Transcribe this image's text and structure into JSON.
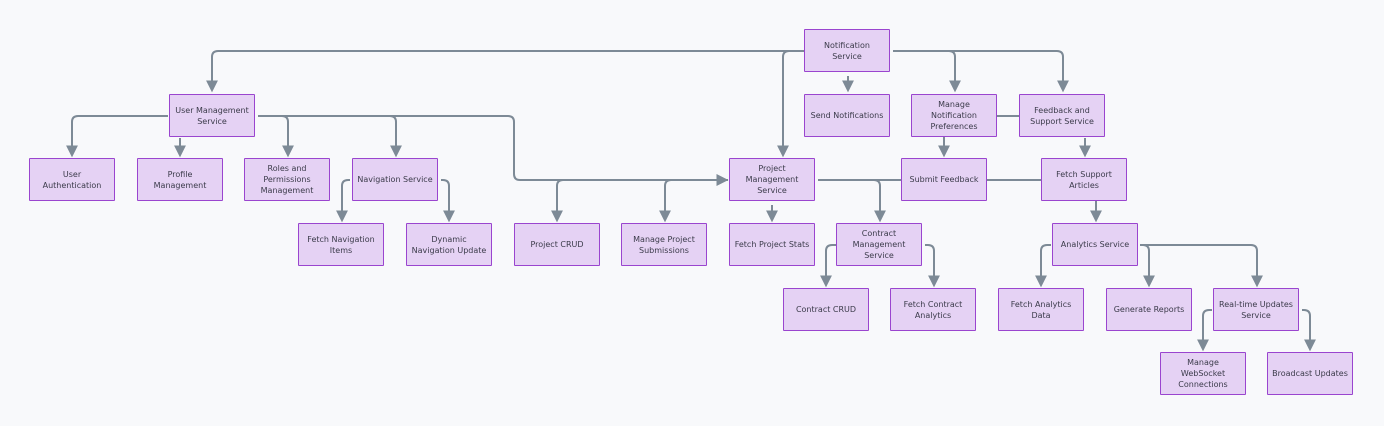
{
  "diagram": {
    "colors": {
      "background": "#f8f9fb",
      "node_fill": "#e5d2f4",
      "node_border": "#9a45cf",
      "edge": "#7d8a96",
      "text": "#3b3b4a"
    },
    "nodes": {
      "notification_service": "Notification Service",
      "user_management_service": "User Management Service",
      "send_notifications": "Send Notifications",
      "manage_notification_preferences": "Manage Notification Preferences",
      "feedback_support_service": "Feedback and Support Service",
      "user_authentication": "User Authentication",
      "profile_management": "Profile Management",
      "roles_permissions_management": "Roles and Permissions Management",
      "navigation_service": "Navigation Service",
      "project_management_service": "Project Management Service",
      "submit_feedback": "Submit Feedback",
      "fetch_support_articles": "Fetch Support Articles",
      "fetch_navigation_items": "Fetch Navigation Items",
      "dynamic_navigation_update": "Dynamic Navigation Update",
      "project_crud": "Project CRUD",
      "manage_project_submissions": "Manage Project Submissions",
      "fetch_project_stats": "Fetch Project Stats",
      "contract_management_service": "Contract Management Service",
      "analytics_service": "Analytics Service",
      "contract_crud": "Contract CRUD",
      "fetch_contract_analytics": "Fetch Contract Analytics",
      "fetch_analytics_data": "Fetch Analytics Data",
      "generate_reports": "Generate Reports",
      "realtime_updates_service": "Real-time Updates Service",
      "manage_websocket_connections": "Manage WebSocket Connections",
      "broadcast_updates": "Broadcast Updates"
    },
    "edges": [
      [
        "notification_service",
        "user_management_service"
      ],
      [
        "notification_service",
        "send_notifications"
      ],
      [
        "notification_service",
        "manage_notification_preferences"
      ],
      [
        "notification_service",
        "feedback_support_service"
      ],
      [
        "notification_service",
        "project_management_service"
      ],
      [
        "user_management_service",
        "user_authentication"
      ],
      [
        "user_management_service",
        "profile_management"
      ],
      [
        "user_management_service",
        "roles_permissions_management"
      ],
      [
        "user_management_service",
        "navigation_service"
      ],
      [
        "user_management_service",
        "project_management_service"
      ],
      [
        "navigation_service",
        "fetch_navigation_items"
      ],
      [
        "navigation_service",
        "dynamic_navigation_update"
      ],
      [
        "feedback_support_service",
        "submit_feedback"
      ],
      [
        "feedback_support_service",
        "fetch_support_articles"
      ],
      [
        "project_management_service",
        "project_crud"
      ],
      [
        "project_management_service",
        "manage_project_submissions"
      ],
      [
        "project_management_service",
        "fetch_project_stats"
      ],
      [
        "project_management_service",
        "contract_management_service"
      ],
      [
        "project_management_service",
        "analytics_service"
      ],
      [
        "contract_management_service",
        "contract_crud"
      ],
      [
        "contract_management_service",
        "fetch_contract_analytics"
      ],
      [
        "analytics_service",
        "fetch_analytics_data"
      ],
      [
        "analytics_service",
        "generate_reports"
      ],
      [
        "analytics_service",
        "realtime_updates_service"
      ],
      [
        "realtime_updates_service",
        "manage_websocket_connections"
      ],
      [
        "realtime_updates_service",
        "broadcast_updates"
      ]
    ]
  }
}
